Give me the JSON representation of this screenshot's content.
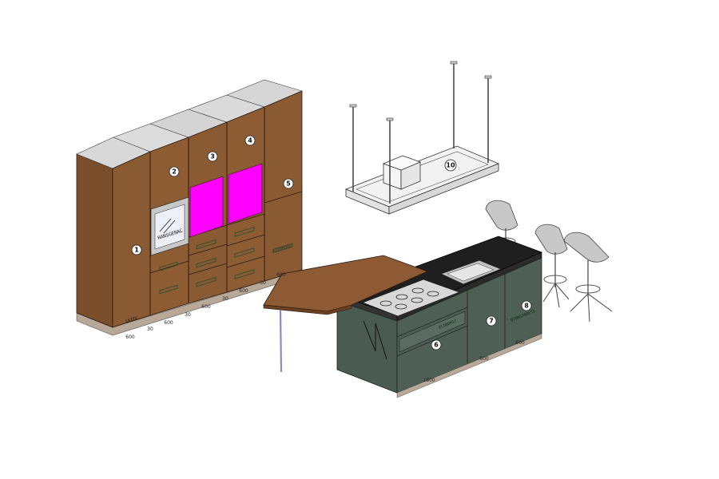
{
  "colors": {
    "cabinet_front": "#8a5a32",
    "cabinet_side": "#7a4e2b",
    "cabinet_top": "#d8d8d8",
    "magenta": "#ff00ff",
    "island_body": "#4e5f56",
    "island_dark": "#3f4e46",
    "counter_top": "#222222",
    "bar_table": "#8d5a34",
    "frame": "#e8e8e8",
    "stool": "#c8c8c8"
  },
  "item_numbers": [
    "1",
    "2",
    "3",
    "4",
    "5",
    "6",
    "7",
    "8",
    "10"
  ],
  "dimensions": {
    "tall_units": [
      "600",
      "30",
      "600",
      "30",
      "600",
      "30",
      "600",
      "30",
      "600"
    ],
    "island": [
      "1800",
      "600",
      "600"
    ]
  },
  "labels": {
    "oven_brand": "HANSGENAC",
    "drawer_brand": "ECONOMIC",
    "side_unit_brand": "KIRBMOOD",
    "island_brand": "DINNSPROUTE",
    "plinth_mark": "LKIEV"
  }
}
